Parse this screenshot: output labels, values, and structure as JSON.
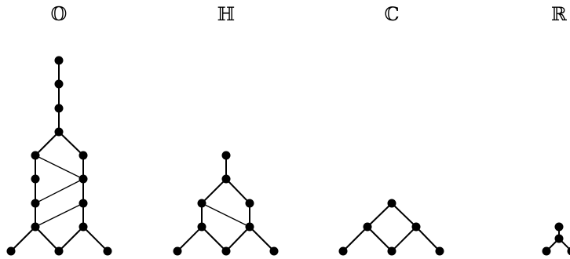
{
  "diagrams": [
    {
      "id": "octonions",
      "label": "𝕆",
      "nodes": [
        {
          "id": "o_top1"
        },
        {
          "id": "o_top2"
        },
        {
          "id": "o_top3"
        },
        {
          "id": "o_top4"
        },
        {
          "id": "o_l1"
        },
        {
          "id": "o_l2"
        },
        {
          "id": "o_l3"
        },
        {
          "id": "o_l4"
        },
        {
          "id": "o_r1"
        },
        {
          "id": "o_r2"
        },
        {
          "id": "o_r3"
        },
        {
          "id": "o_r4"
        },
        {
          "id": "o_bl"
        },
        {
          "id": "o_bm"
        },
        {
          "id": "o_br"
        }
      ],
      "edges": [
        [
          "o_top1",
          "o_top2"
        ],
        [
          "o_top2",
          "o_top3"
        ],
        [
          "o_top3",
          "o_top4"
        ],
        [
          "o_top4",
          "o_l1"
        ],
        [
          "o_top4",
          "o_r1"
        ],
        [
          "o_l1",
          "o_l2"
        ],
        [
          "o_l2",
          "o_l3"
        ],
        [
          "o_l3",
          "o_l4"
        ],
        [
          "o_r1",
          "o_r2"
        ],
        [
          "o_r2",
          "o_r3"
        ],
        [
          "o_r3",
          "o_r4"
        ],
        [
          "o_l1",
          "o_r2"
        ],
        [
          "o_l3",
          "o_r2"
        ],
        [
          "o_l4",
          "o_r3"
        ],
        [
          "o_l4",
          "o_bl"
        ],
        [
          "o_l4",
          "o_bm"
        ],
        [
          "o_r4",
          "o_bm"
        ],
        [
          "o_r4",
          "o_br"
        ]
      ]
    },
    {
      "id": "quaternions",
      "label": "ℍ",
      "nodes": [
        {
          "id": "h_top1"
        },
        {
          "id": "h_top2"
        },
        {
          "id": "h_l1"
        },
        {
          "id": "h_l2"
        },
        {
          "id": "h_r1"
        },
        {
          "id": "h_r2"
        },
        {
          "id": "h_bl"
        },
        {
          "id": "h_bm"
        },
        {
          "id": "h_br"
        }
      ],
      "edges": [
        [
          "h_top1",
          "h_top2"
        ],
        [
          "h_top2",
          "h_l1"
        ],
        [
          "h_top2",
          "h_r1"
        ],
        [
          "h_l1",
          "h_l2"
        ],
        [
          "h_r1",
          "h_r2"
        ],
        [
          "h_l1",
          "h_r2"
        ],
        [
          "h_l2",
          "h_bl"
        ],
        [
          "h_l2",
          "h_bm"
        ],
        [
          "h_r2",
          "h_bm"
        ],
        [
          "h_r2",
          "h_br"
        ]
      ]
    },
    {
      "id": "complex",
      "label": "ℂ",
      "nodes": [
        {
          "id": "c_top"
        },
        {
          "id": "c_l"
        },
        {
          "id": "c_r"
        },
        {
          "id": "c_bl"
        },
        {
          "id": "c_bm"
        },
        {
          "id": "c_br"
        }
      ],
      "edges": [
        [
          "c_top",
          "c_l"
        ],
        [
          "c_top",
          "c_r"
        ],
        [
          "c_l",
          "c_bl"
        ],
        [
          "c_l",
          "c_bm"
        ],
        [
          "c_r",
          "c_bm"
        ],
        [
          "c_r",
          "c_br"
        ]
      ]
    },
    {
      "id": "reals",
      "label": "ℝ",
      "nodes": [
        {
          "id": "r_top"
        },
        {
          "id": "r_mid"
        },
        {
          "id": "r_bl"
        },
        {
          "id": "r_br"
        }
      ],
      "edges": [
        [
          "r_top",
          "r_mid"
        ],
        [
          "r_mid",
          "r_bl"
        ],
        [
          "r_mid",
          "r_br"
        ]
      ]
    }
  ]
}
